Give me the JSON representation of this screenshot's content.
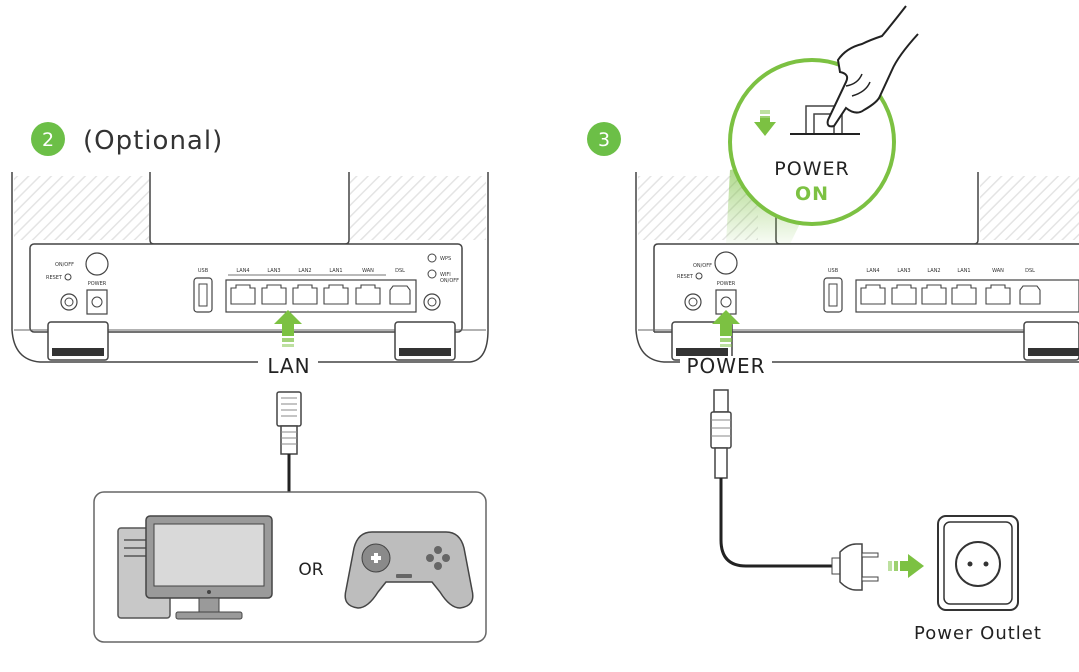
{
  "colors": {
    "accent_green": "#7cc142",
    "badge_green": "#6cbf47",
    "line_dark": "#222222",
    "device_gray": "#9a9a9a",
    "panel_bg": "#ffffff"
  },
  "step2": {
    "number": "2",
    "title": "(Optional)",
    "connector_label": "LAN",
    "or_label": "OR",
    "ports": {
      "onoff": "ON/OFF",
      "reset": "RESET",
      "power": "POWER",
      "usb": "USB",
      "lan4": "LAN4",
      "lan3": "LAN3",
      "lan2": "LAN2",
      "lan1": "LAN1",
      "wan": "WAN",
      "dsl": "DSL",
      "wps": "WPS",
      "wifi_line1": "WIFI",
      "wifi_line2": "ON/OFF"
    },
    "icons": [
      "computer-icon",
      "game-controller-icon",
      "ethernet-plug-icon",
      "up-arrow-icon"
    ]
  },
  "step3": {
    "number": "3",
    "connector_label": "POWER",
    "callout_line1": "POWER",
    "callout_line2": "ON",
    "outlet_label": "Power Outlet",
    "ports": {
      "onoff": "ON/OFF",
      "reset": "RESET",
      "power": "POWER",
      "usb": "USB",
      "lan4": "LAN4",
      "lan3": "LAN3",
      "lan2": "LAN2",
      "lan1": "LAN1",
      "wan": "WAN",
      "dsl": "DSL"
    },
    "icons": [
      "hand-press-icon",
      "power-plug-icon",
      "power-outlet-icon",
      "right-arrow-icon",
      "down-arrow-icon"
    ]
  }
}
